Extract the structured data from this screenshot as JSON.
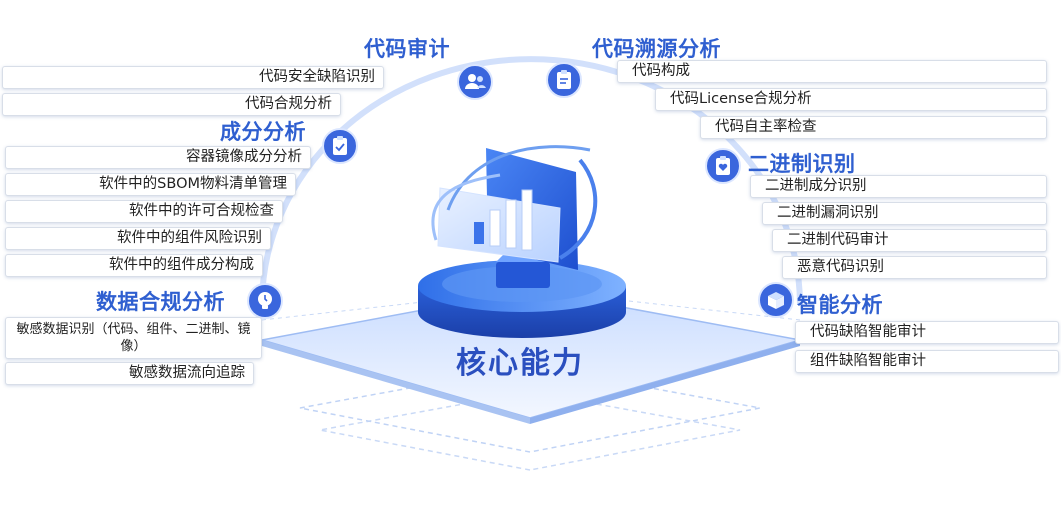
{
  "core": {
    "label": "核心能力"
  },
  "groups": {
    "audit": {
      "title": "代码审计",
      "icon": "users-icon",
      "items": [
        "代码安全缺陷识别",
        "代码合规分析"
      ]
    },
    "trace": {
      "title": "代码溯源分析",
      "icon": "clipboard-icon",
      "items": [
        "代码构成",
        "代码License合规分析",
        "代码自主率检查"
      ]
    },
    "composition": {
      "title": "成分分析",
      "icon": "clipboard-check-icon",
      "items": [
        "容器镜像成分分析",
        "软件中的SBOM物料清单管理",
        "软件中的许可合规检查",
        "软件中的组件风险识别",
        "软件中的组件成分构成"
      ]
    },
    "binary": {
      "title": "二进制识别",
      "icon": "clipboard-heart-icon",
      "items": [
        "二进制成分识别",
        "二进制漏洞识别",
        "二进制代码审计",
        "恶意代码识别"
      ]
    },
    "data": {
      "title": "数据合规分析",
      "icon": "lightbulb-icon",
      "items": [
        "敏感数据识别（代码、组件、二进制、镜像）",
        "敏感数据流向追踪"
      ]
    },
    "ai": {
      "title": "智能分析",
      "icon": "box-icon",
      "items": [
        "代码缺陷智能审计",
        "组件缺陷智能审计"
      ]
    }
  },
  "colors": {
    "title": "#2f5fd0",
    "accent": "#3d6fe6",
    "icon_bg": "#3a66dd"
  }
}
